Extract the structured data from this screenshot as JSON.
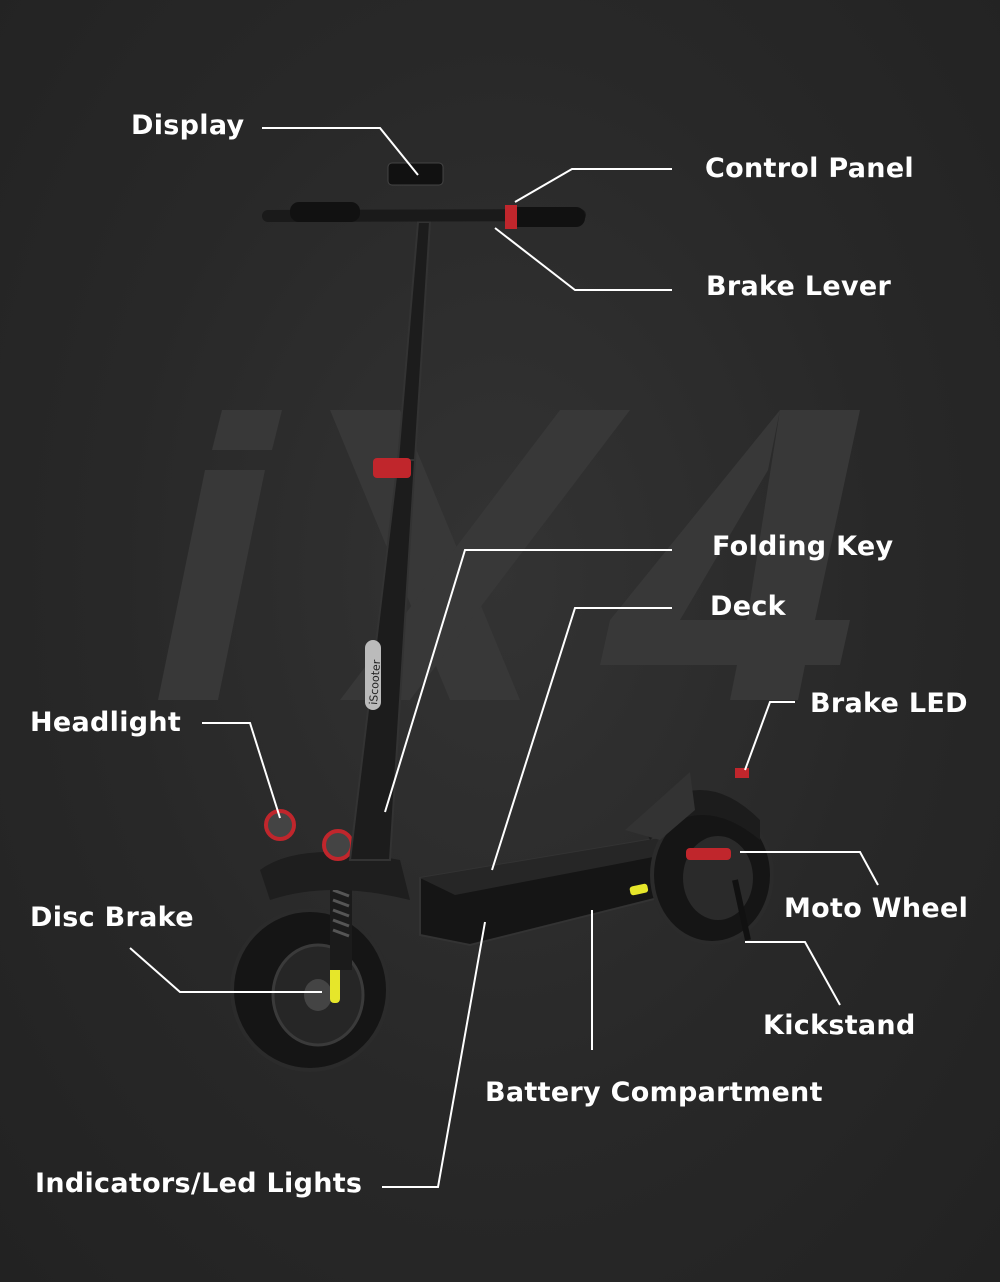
{
  "watermark": "iX4",
  "colors": {
    "background": "#2a2a2a",
    "text": "#ffffff",
    "line": "#ffffff",
    "accent_red": "#c0262c",
    "reflector_yellow": "#e6e62a"
  },
  "scooter_brand_text": "iScooter",
  "labels": [
    {
      "id": "display",
      "text": "Display"
    },
    {
      "id": "control-panel",
      "text": "Control Panel"
    },
    {
      "id": "brake-lever",
      "text": "Brake Lever"
    },
    {
      "id": "folding-key",
      "text": "Folding Key"
    },
    {
      "id": "deck",
      "text": "Deck"
    },
    {
      "id": "brake-led",
      "text": "Brake LED"
    },
    {
      "id": "headlight",
      "text": "Headlight"
    },
    {
      "id": "moto-wheel",
      "text": "Moto Wheel"
    },
    {
      "id": "disc-brake",
      "text": "Disc Brake"
    },
    {
      "id": "kickstand",
      "text": "Kickstand"
    },
    {
      "id": "battery-compartment",
      "text": "Battery Compartment"
    },
    {
      "id": "indicators-led-lights",
      "text": "Indicators/Led Lights"
    }
  ]
}
